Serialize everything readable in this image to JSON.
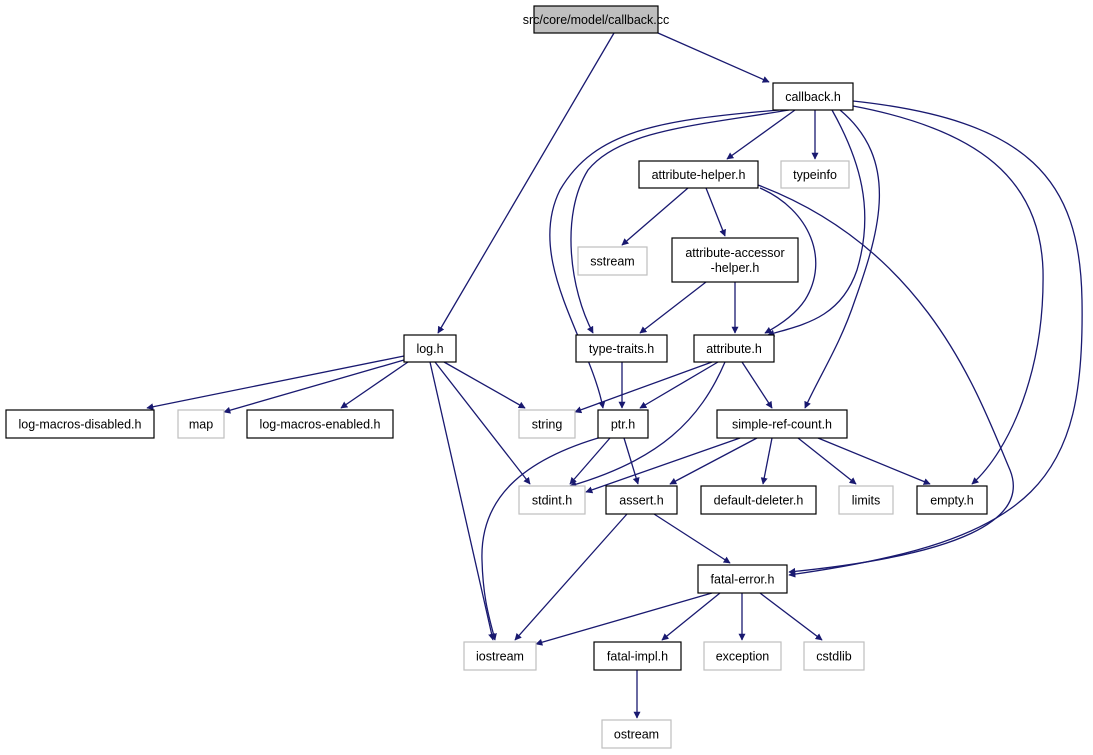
{
  "colors": {
    "edge": "#191970",
    "root_fill": "#bfbfbf",
    "doc_border": "#000000",
    "external_border": "#bfbfbf",
    "text": "#000000"
  },
  "nodes": [
    {
      "id": "callback_cc",
      "label": "src/core/model/callback.cc",
      "kind": "root"
    },
    {
      "id": "callback_h",
      "label": "callback.h",
      "kind": "documented"
    },
    {
      "id": "attribute_helper_h",
      "label": "attribute-helper.h",
      "kind": "documented"
    },
    {
      "id": "typeinfo",
      "label": "typeinfo",
      "kind": "external"
    },
    {
      "id": "sstream",
      "label": "sstream",
      "kind": "external"
    },
    {
      "id": "attribute_accessor_helper_h",
      "label": [
        "attribute-accessor",
        "-helper.h"
      ],
      "kind": "documented"
    },
    {
      "id": "log_h",
      "label": "log.h",
      "kind": "documented"
    },
    {
      "id": "type_traits_h",
      "label": "type-traits.h",
      "kind": "documented"
    },
    {
      "id": "attribute_h",
      "label": "attribute.h",
      "kind": "documented"
    },
    {
      "id": "log_macros_disabled_h",
      "label": "log-macros-disabled.h",
      "kind": "documented"
    },
    {
      "id": "map",
      "label": "map",
      "kind": "external"
    },
    {
      "id": "log_macros_enabled_h",
      "label": "log-macros-enabled.h",
      "kind": "documented"
    },
    {
      "id": "string",
      "label": "string",
      "kind": "external"
    },
    {
      "id": "ptr_h",
      "label": "ptr.h",
      "kind": "documented"
    },
    {
      "id": "simple_ref_count_h",
      "label": "simple-ref-count.h",
      "kind": "documented"
    },
    {
      "id": "stdint_h",
      "label": "stdint.h",
      "kind": "external"
    },
    {
      "id": "assert_h",
      "label": "assert.h",
      "kind": "documented"
    },
    {
      "id": "default_deleter_h",
      "label": "default-deleter.h",
      "kind": "documented"
    },
    {
      "id": "limits",
      "label": "limits",
      "kind": "external"
    },
    {
      "id": "empty_h",
      "label": "empty.h",
      "kind": "documented"
    },
    {
      "id": "fatal_error_h",
      "label": "fatal-error.h",
      "kind": "documented"
    },
    {
      "id": "iostream",
      "label": "iostream",
      "kind": "external"
    },
    {
      "id": "fatal_impl_h",
      "label": "fatal-impl.h",
      "kind": "documented"
    },
    {
      "id": "exception",
      "label": "exception",
      "kind": "external"
    },
    {
      "id": "cstdlib",
      "label": "cstdlib",
      "kind": "external"
    },
    {
      "id": "ostream",
      "label": "ostream",
      "kind": "external"
    }
  ],
  "edges": [
    {
      "from": "callback_cc",
      "to": "callback_h"
    },
    {
      "from": "callback_cc",
      "to": "log_h"
    },
    {
      "from": "callback_h",
      "to": "attribute_helper_h"
    },
    {
      "from": "callback_h",
      "to": "typeinfo"
    },
    {
      "from": "callback_h",
      "to": "type_traits_h"
    },
    {
      "from": "callback_h",
      "to": "ptr_h"
    },
    {
      "from": "callback_h",
      "to": "attribute_h"
    },
    {
      "from": "callback_h",
      "to": "simple_ref_count_h"
    },
    {
      "from": "callback_h",
      "to": "empty_h"
    },
    {
      "from": "callback_h",
      "to": "fatal_error_h"
    },
    {
      "from": "attribute_helper_h",
      "to": "sstream"
    },
    {
      "from": "attribute_helper_h",
      "to": "attribute_accessor_helper_h"
    },
    {
      "from": "attribute_helper_h",
      "to": "attribute_h"
    },
    {
      "from": "attribute_helper_h",
      "to": "fatal_error_h"
    },
    {
      "from": "attribute_accessor_helper_h",
      "to": "type_traits_h"
    },
    {
      "from": "attribute_accessor_helper_h",
      "to": "attribute_h"
    },
    {
      "from": "log_h",
      "to": "log_macros_disabled_h"
    },
    {
      "from": "log_h",
      "to": "map"
    },
    {
      "from": "log_h",
      "to": "log_macros_enabled_h"
    },
    {
      "from": "log_h",
      "to": "string"
    },
    {
      "from": "log_h",
      "to": "stdint_h"
    },
    {
      "from": "log_h",
      "to": "iostream"
    },
    {
      "from": "type_traits_h",
      "to": "ptr_h"
    },
    {
      "from": "attribute_h",
      "to": "string"
    },
    {
      "from": "attribute_h",
      "to": "ptr_h"
    },
    {
      "from": "attribute_h",
      "to": "simple_ref_count_h"
    },
    {
      "from": "attribute_h",
      "to": "stdint_h"
    },
    {
      "from": "ptr_h",
      "to": "stdint_h"
    },
    {
      "from": "ptr_h",
      "to": "assert_h"
    },
    {
      "from": "ptr_h",
      "to": "iostream"
    },
    {
      "from": "simple_ref_count_h",
      "to": "stdint_h"
    },
    {
      "from": "simple_ref_count_h",
      "to": "assert_h"
    },
    {
      "from": "simple_ref_count_h",
      "to": "default_deleter_h"
    },
    {
      "from": "simple_ref_count_h",
      "to": "limits"
    },
    {
      "from": "simple_ref_count_h",
      "to": "empty_h"
    },
    {
      "from": "assert_h",
      "to": "fatal_error_h"
    },
    {
      "from": "assert_h",
      "to": "iostream"
    },
    {
      "from": "fatal_error_h",
      "to": "iostream"
    },
    {
      "from": "fatal_error_h",
      "to": "fatal_impl_h"
    },
    {
      "from": "fatal_error_h",
      "to": "exception"
    },
    {
      "from": "fatal_error_h",
      "to": "cstdlib"
    },
    {
      "from": "fatal_impl_h",
      "to": "ostream"
    }
  ]
}
